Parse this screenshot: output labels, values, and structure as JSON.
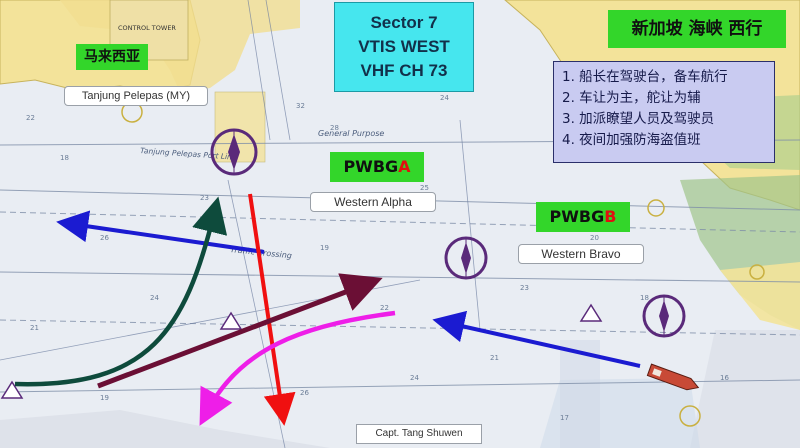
{
  "sector": {
    "line1": "Sector  7",
    "line2": "VTIS WEST",
    "line3": "VHF CH 73"
  },
  "title_cn": "新加坡 海峡 西行",
  "country_label": "马来西亚",
  "port_label": "Tanjung Pelepas (MY)",
  "port_chart_text": "Tanjung Pelepas Port Lim",
  "control_tower_text": "CONTROL TOWER",
  "traffic_crossing_text": "Traffic Crossing",
  "general_purpose_text": "General Purpose",
  "notes": [
    "1. 船长在驾驶台，备车航行",
    "2. 车让为主，舵让为辅",
    "3. 加派瞭望人员及驾驶员",
    "4. 夜间加强防海盗值班"
  ],
  "pwbg_a": {
    "prefix": "PWBG",
    "suffix": "A",
    "label": "Western Alpha"
  },
  "pwbg_b": {
    "prefix": "PWBG",
    "suffix": "B",
    "label": "Western Bravo"
  },
  "credit": "Capt. Tang Shuwen",
  "colors": {
    "sea": "#e9edf3",
    "land": "#f3e39a",
    "green_box": "#33d62a",
    "sector_box": "#46e6ee",
    "notes_box": "#c9cbf1",
    "arrow_blue": "#1b1bd1",
    "arrow_red": "#f01010",
    "arrow_darkgreen": "#0e4b3c",
    "arrow_maroon": "#6b0f35",
    "arrow_magenta": "#ee1ee8",
    "waypoint_purple": "#5a2a7a",
    "suffix_red": "#e01010"
  },
  "icons": [
    "waypoint-compass-icon",
    "warning-triangle-icon",
    "ship-icon"
  ]
}
